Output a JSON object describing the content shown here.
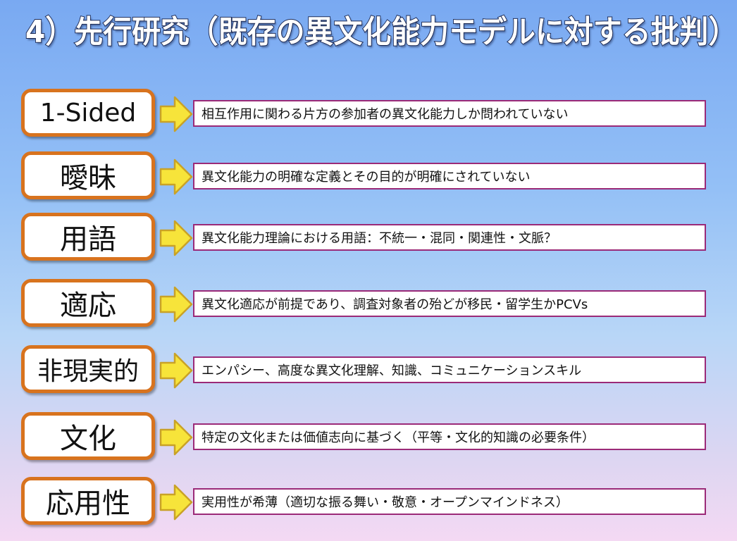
{
  "slide": {
    "title": "4）先行研究（既存の異文化能力モデルに対する批判）"
  },
  "rows": [
    {
      "label": "1-Sided",
      "description": "相互作用に関わる片方の参加者の異文化能力しか問われていない"
    },
    {
      "label": "曖昧",
      "description": "異文化能力の明確な定義とその目的が明確にされていない"
    },
    {
      "label": "用語",
      "description": "異文化能力理論における用語：不統一・混同・関連性・文脈？"
    },
    {
      "label": "適応",
      "description": "異文化適応が前提であり、調査対象者の殆どが移民・留学生かPCVs"
    },
    {
      "label": "非現実的",
      "description": "エンパシー、高度な異文化理解、知識、コミュニケーションスキル"
    },
    {
      "label": "文化",
      "description": "特定の文化または価値志向に基づく（平等・文化的知識の必要条件）"
    },
    {
      "label": "応用性",
      "description": "実用性が希薄（適切な振る舞い・敬意・オープンマインドネス）"
    }
  ],
  "icons": {
    "row_arrow": "arrow-right-icon"
  },
  "colors": {
    "background_top": "#79a9f2",
    "background_bottom": "#f4d9f3",
    "label_border": "#d8731e",
    "arrow_fill": "#f7e43a",
    "arrow_stroke": "#c9a227",
    "description_border": "#9b2a78",
    "title_outline": "#1d2b55"
  }
}
